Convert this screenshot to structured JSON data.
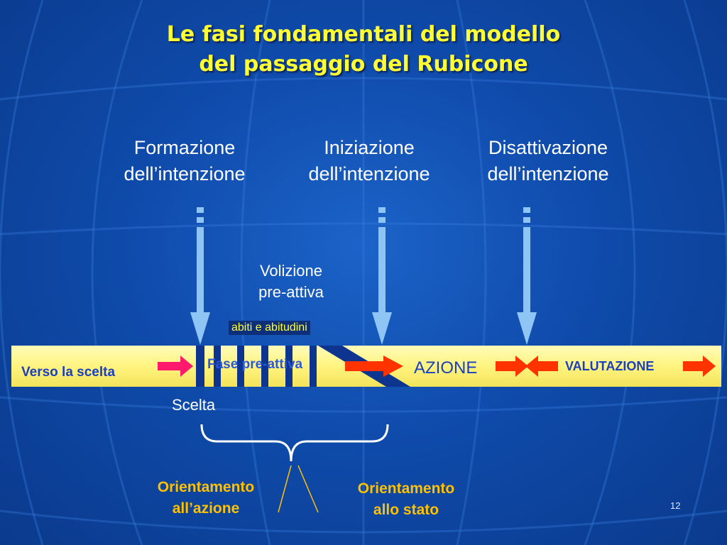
{
  "title": {
    "line1": "Le fasi fondamentali del modello",
    "line2": "del passaggio del Rubicone"
  },
  "phases": [
    {
      "line1": "Formazione",
      "line2": "dell’intenzione"
    },
    {
      "line1": "Iniziazione",
      "line2": "dell’intenzione"
    },
    {
      "line1": "Disattivazione",
      "line2": "dell’intenzione"
    }
  ],
  "volizione": {
    "line1": "Volizione",
    "line2": "pre-attiva"
  },
  "abiti": "abiti e abitudini",
  "band": {
    "verso": "Verso la scelta",
    "fase": "Fase pre-attiva",
    "azione": "AZIONE",
    "valutazione": "VALUTAZIONE"
  },
  "scelta": "Scelta",
  "orientamento_azione": {
    "line1": "Orientamento",
    "line2": "all’azione"
  },
  "orientamento_stato": {
    "line1": "Orientamento",
    "line2": "allo stato"
  },
  "page_number": "12",
  "colors": {
    "title": "#ffff33",
    "band": "#fff899",
    "band_text": "#1a3fbf",
    "phase_arrow": "#8ec5f5",
    "pink_arrow": "#ff1a6e",
    "red_arrow": "#ff3300",
    "orient_text": "#ffc000"
  }
}
